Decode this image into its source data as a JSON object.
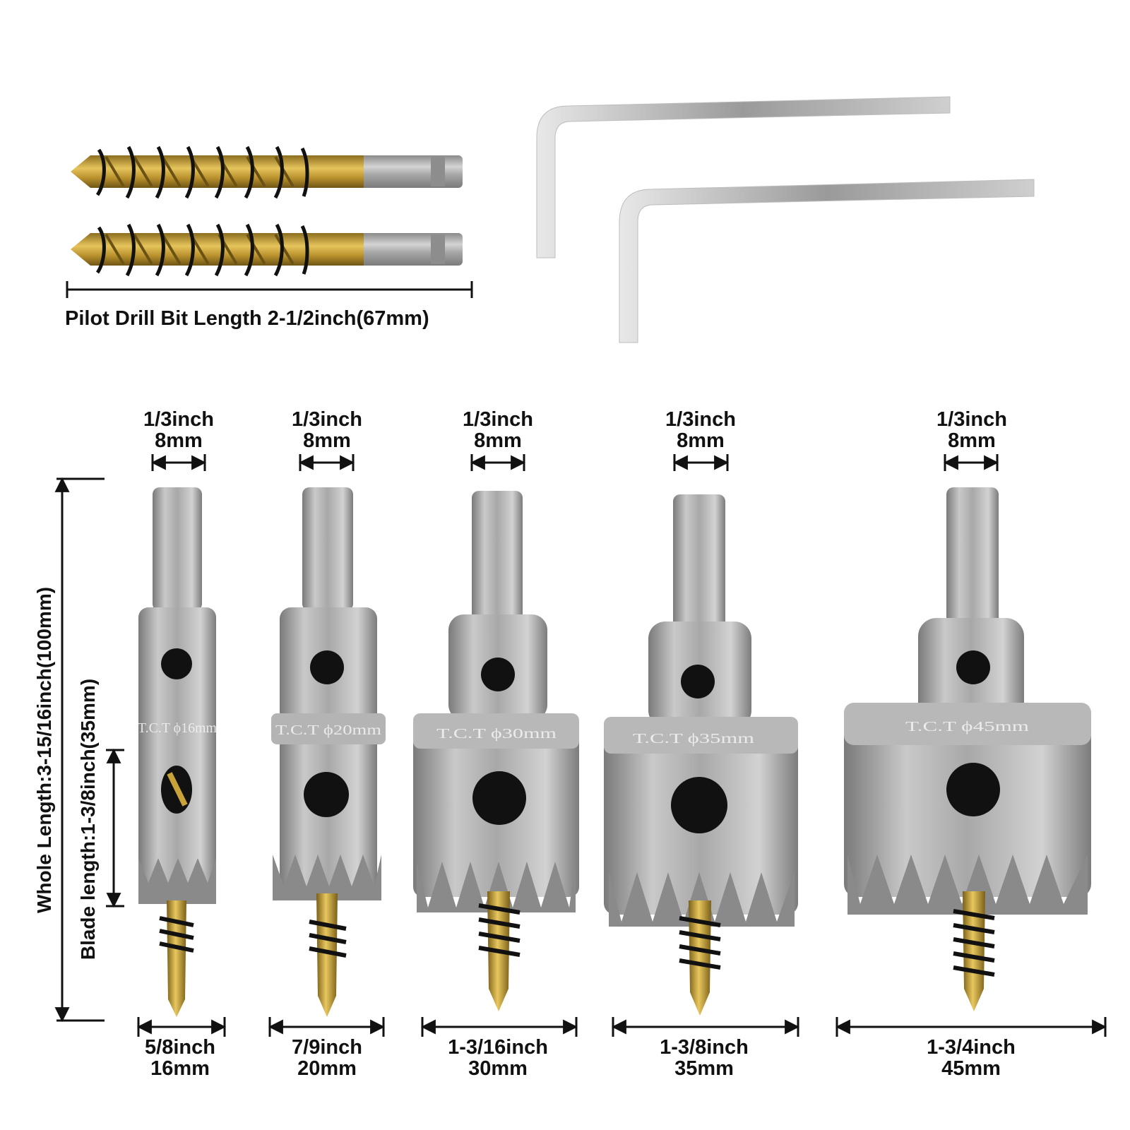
{
  "pilot_caption": "Pilot Drill Bit Length 2-1/2inch(67mm)",
  "whole_length": "Whole Length:3-15/16inch(100mm)",
  "blade_length": "Blade length:1-3/8inch(35mm)",
  "saws": [
    {
      "shank_in": "1/3inch",
      "shank_mm": "8mm",
      "engraving": "T.C.T ϕ16mm",
      "dia_in": "5/8inch",
      "dia_mm": "16mm"
    },
    {
      "shank_in": "1/3inch",
      "shank_mm": "8mm",
      "engraving": "T.C.T ϕ20mm",
      "dia_in": "7/9inch",
      "dia_mm": "20mm"
    },
    {
      "shank_in": "1/3inch",
      "shank_mm": "8mm",
      "engraving": "T.C.T ϕ30mm",
      "dia_in": "1-3/16inch",
      "dia_mm": "30mm"
    },
    {
      "shank_in": "1/3inch",
      "shank_mm": "8mm",
      "engraving": "T.C.T ϕ35mm",
      "dia_in": "1-3/8inch",
      "dia_mm": "35mm"
    },
    {
      "shank_in": "1/3inch",
      "shank_mm": "8mm",
      "engraving": "T.C.T ϕ45mm",
      "dia_in": "1-3/4inch",
      "dia_mm": "45mm"
    }
  ],
  "colors": {
    "steel": "#a9a9a9",
    "steel_dark": "#6f6f6f",
    "gold": "#c9a23a",
    "spring": "#1a1a1a",
    "text": "#111111"
  }
}
